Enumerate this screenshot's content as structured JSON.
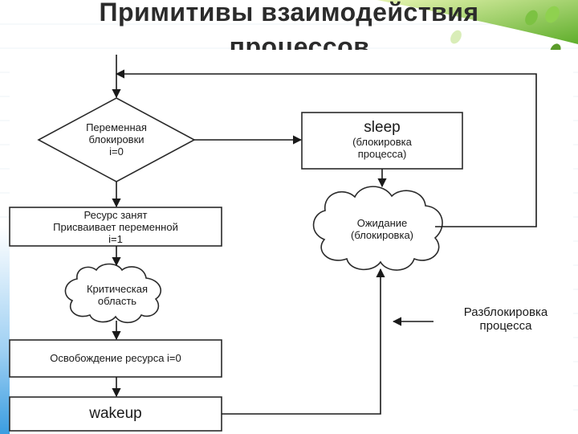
{
  "slide": {
    "title_line1": "Примитивы взаимодействия",
    "title_line2": "процессов",
    "accent_color": "#6ab42a",
    "bar_color": "#3b9de0"
  },
  "diagram": {
    "decision": {
      "line1": "Переменная",
      "line2": "блокировки",
      "line3": "i=0"
    },
    "sleep": {
      "title": "sleep",
      "line2": "(блокировка",
      "line3": "процесса)"
    },
    "busy": {
      "line1": "Ресурс занят",
      "line2": "Присваивает переменной",
      "line3": "i=1"
    },
    "waiting": {
      "line1": "Ожидание",
      "line2": "(блокировка)"
    },
    "critical": {
      "line1": "Критическая",
      "line2": "область"
    },
    "unblock": {
      "line1": "Разблокировка",
      "line2": "процесса"
    },
    "release": {
      "label": "Освобождение ресурса i=0"
    },
    "wakeup": {
      "label": "wakeup"
    }
  }
}
